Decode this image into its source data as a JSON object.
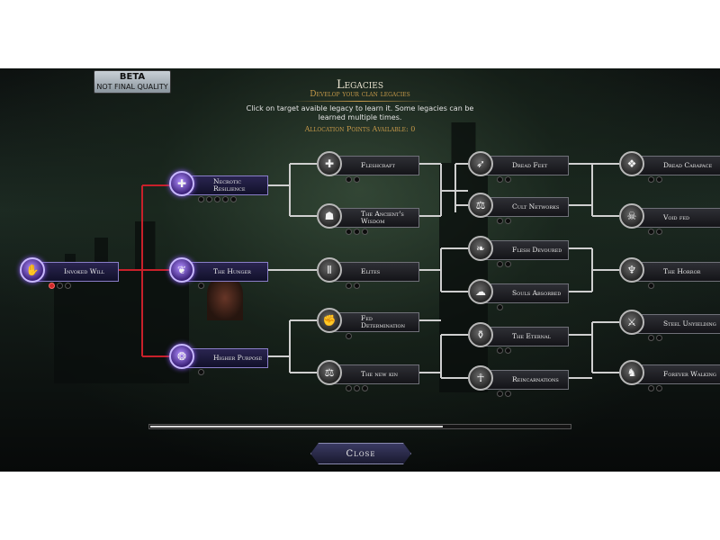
{
  "badge": {
    "line1": "BETA",
    "line2": "NOT FINAL QUALITY"
  },
  "header": {
    "title": "Legacies",
    "subtitle": "Develop your clan legacies",
    "description": "Click on target avaible legacy to learn it. Some legacies can be learned multiple times.",
    "allocation_label": "Allocation Points Available: 0"
  },
  "colors": {
    "active_path": "#c8202a",
    "inactive_path": "#cfcfcf",
    "highlight": "#c79a4a"
  },
  "nodes": {
    "invoked_will": {
      "label": "Invoked Will",
      "icon": "clawed-hand-icon",
      "glyph": "✋",
      "state": "active",
      "dots": [
        "red",
        "empty",
        "empty"
      ]
    },
    "necrotic_resilience": {
      "label": "Necrotic Resilience",
      "icon": "cross-plus-icon",
      "glyph": "✚",
      "state": "active",
      "dots": [
        "empty",
        "empty",
        "empty",
        "empty",
        "empty"
      ]
    },
    "the_hunger": {
      "label": "The Hunger",
      "icon": "fang-icon",
      "glyph": "❦",
      "state": "active",
      "dots": [
        "empty"
      ]
    },
    "higher_purpose": {
      "label": "Higher Purpose",
      "icon": "pouch-icon",
      "glyph": "❂",
      "state": "active",
      "dots": [
        "empty"
      ]
    },
    "fleshcraft": {
      "label": "Fleshcraft",
      "icon": "cross-plus-icon",
      "glyph": "✚",
      "state": "locked",
      "dots": [
        "empty",
        "empty"
      ]
    },
    "ancients_wisdom": {
      "label": "The Ancient's Wisdom",
      "icon": "hooded-figure-icon",
      "glyph": "☗",
      "state": "locked",
      "dots": [
        "empty",
        "empty",
        "empty"
      ]
    },
    "elites": {
      "label": "Elites",
      "icon": "pause-rank-icon",
      "glyph": "Ⅱ",
      "state": "locked",
      "dots": [
        "empty",
        "empty"
      ]
    },
    "fed_determination": {
      "label": "Fed Determination",
      "icon": "hand-icon",
      "glyph": "✊",
      "state": "locked",
      "dots": [
        "empty"
      ]
    },
    "the_new_kin": {
      "label": "The new kin",
      "icon": "scales-icon",
      "glyph": "⚖",
      "state": "locked",
      "dots": [
        "empty",
        "empty",
        "empty"
      ]
    },
    "dread_feet": {
      "label": "Dread Feet",
      "icon": "boot-icon",
      "glyph": "➶",
      "state": "locked",
      "dots": [
        "empty",
        "empty"
      ]
    },
    "cult_networks": {
      "label": "Cult Networks",
      "icon": "scales-icon",
      "glyph": "⚖",
      "state": "locked",
      "dots": [
        "empty",
        "empty"
      ]
    },
    "flesh_devoured": {
      "label": "Flesh Devoured",
      "icon": "beast-icon",
      "glyph": "❧",
      "state": "locked",
      "dots": [
        "empty",
        "empty"
      ]
    },
    "souls_absorbed": {
      "label": "Souls Absorbed",
      "icon": "wraith-icon",
      "glyph": "☁",
      "state": "locked",
      "dots": [
        "empty"
      ]
    },
    "the_eternal": {
      "label": "The Eternal",
      "icon": "blood-drop-icon",
      "glyph": "⚱",
      "state": "locked",
      "dots": [
        "empty",
        "empty"
      ]
    },
    "reincarnations": {
      "label": "Reincarnations",
      "icon": "figure-icon",
      "glyph": "☥",
      "state": "locked",
      "dots": [
        "empty",
        "empty"
      ]
    },
    "dread_carapace": {
      "label": "Dread Carapace",
      "icon": "claw-icon",
      "glyph": "❖",
      "state": "locked",
      "dots": [
        "empty",
        "empty"
      ]
    },
    "void_fed": {
      "label": "Void fed",
      "icon": "skull-icon",
      "glyph": "☠",
      "state": "locked",
      "dots": [
        "empty",
        "empty"
      ]
    },
    "the_horror": {
      "label": "The Horror",
      "icon": "monster-icon",
      "glyph": "♆",
      "state": "locked",
      "dots": [
        "empty"
      ]
    },
    "steel_unyielding": {
      "label": "Steel Unyielding",
      "icon": "sword-icon",
      "glyph": "⚔",
      "state": "locked",
      "dots": [
        "empty",
        "empty"
      ]
    },
    "forever_walking": {
      "label": "Forever Walking",
      "icon": "walker-icon",
      "glyph": "♞",
      "state": "locked",
      "dots": [
        "empty",
        "empty"
      ]
    }
  },
  "footer": {
    "close_label": "Close"
  }
}
